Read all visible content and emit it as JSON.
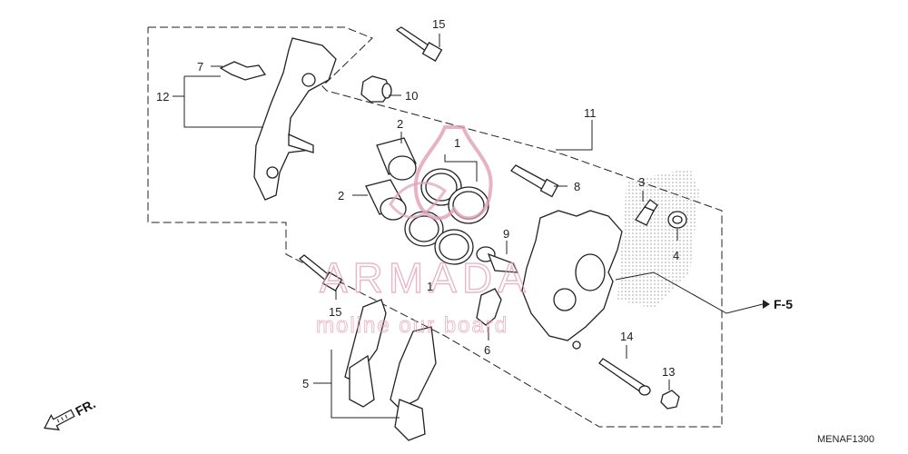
{
  "diagram": {
    "callouts": {
      "c1a": "1",
      "c1b": "1",
      "c2a": "2",
      "c2b": "2",
      "c3": "3",
      "c4": "4",
      "c5": "5",
      "c6": "6",
      "c7": "7",
      "c8": "8",
      "c9": "9",
      "c10": "10",
      "c11": "11",
      "c12": "12",
      "c13": "13",
      "c14": "14",
      "c15a": "15",
      "c15b": "15"
    },
    "reference": "F-5",
    "direction": "FR.",
    "code": "MENAF1300"
  },
  "watermark": {
    "main": "ARMADA",
    "sub": "moline our board",
    "color": "#e0a0b8"
  }
}
